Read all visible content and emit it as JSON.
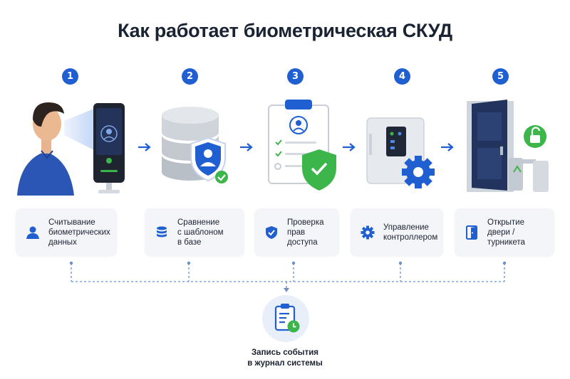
{
  "title": "Как работает биометрическая СКУД",
  "colors": {
    "accent": "#1f5fd1",
    "success": "#3cb54a",
    "card_bg": "#f3f5f9",
    "connector": "#6f8fc9"
  },
  "steps": [
    {
      "number": "1",
      "label": "Считывание\nбиометрических\nданных",
      "icon": "user-icon"
    },
    {
      "number": "2",
      "label": "Сравнение\nс шаблоном\nв базе",
      "icon": "database-icon"
    },
    {
      "number": "3",
      "label": "Проверка\nправ\nдоступа",
      "icon": "shield-check-icon"
    },
    {
      "number": "4",
      "label": "Управление\nконтроллером",
      "icon": "gear-icon"
    },
    {
      "number": "5",
      "label": "Открытие\nдвери / турникета",
      "icon": "door-icon"
    }
  ],
  "log": {
    "label": "Запись события\nв журнал системы",
    "icon": "clipboard-clock-icon"
  }
}
